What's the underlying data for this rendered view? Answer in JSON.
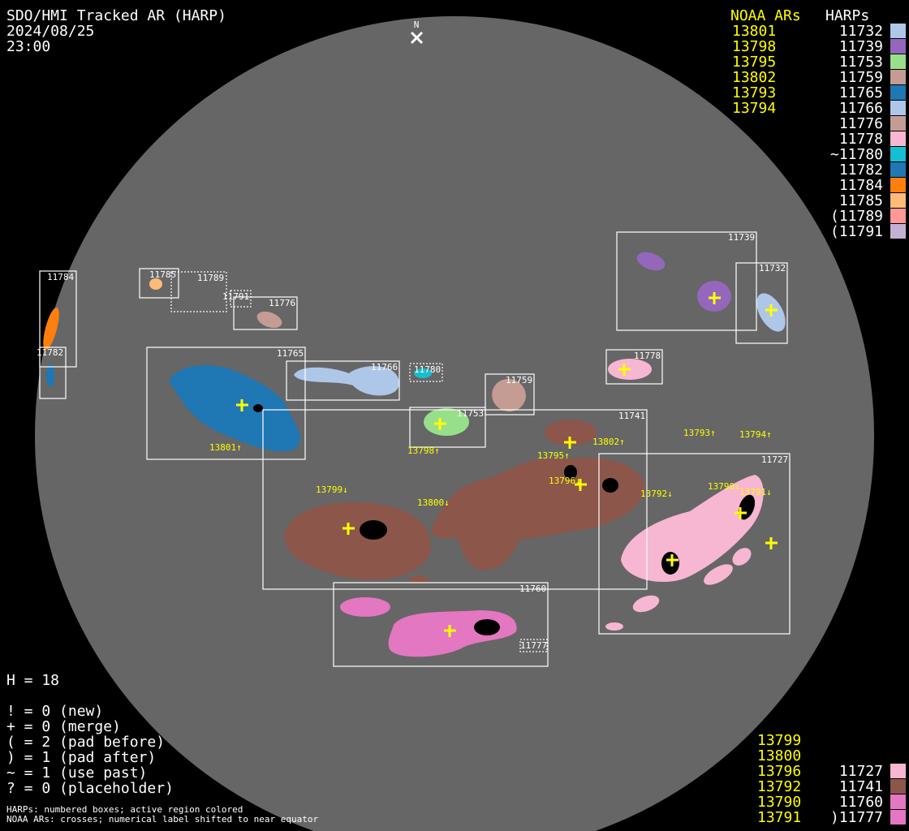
{
  "header": {
    "title": "SDO/HMI Tracked AR (HARP)",
    "date": "2024/08/25",
    "time": "23:00",
    "north_label": "N"
  },
  "legend_top": {
    "noaa_heading": "NOAA ARs",
    "harps_heading": "HARPs",
    "noaa": [
      "13801",
      "13798",
      "13795",
      "13802",
      "13793",
      "13794"
    ],
    "harps": [
      {
        "label": "11732",
        "color": "#aec7e8"
      },
      {
        "label": "11739",
        "color": "#9467bd"
      },
      {
        "label": "11753",
        "color": "#98df8a"
      },
      {
        "label": "11759",
        "color": "#c49c94"
      },
      {
        "label": "11765",
        "color": "#1f77b4"
      },
      {
        "label": "11766",
        "color": "#aec7e8"
      },
      {
        "label": "11776",
        "color": "#c49c94"
      },
      {
        "label": "11778",
        "color": "#f7b6d2"
      },
      {
        "label": "~11780",
        "color": "#17becf"
      },
      {
        "label": "11782",
        "color": "#1f77b4"
      },
      {
        "label": "11784",
        "color": "#ff7f0e"
      },
      {
        "label": "11785",
        "color": "#ffbb78"
      },
      {
        "label": "(11789",
        "color": "#ff9896"
      },
      {
        "label": "(11791",
        "color": "#c5b0d5"
      }
    ]
  },
  "legend_bottom": {
    "noaa": [
      "13799",
      "13800",
      "13796",
      "13792",
      "13790",
      "13791"
    ],
    "harps": [
      {
        "label": "11727",
        "color": "#f7b6d2"
      },
      {
        "label": "11741",
        "color": "#8c564b"
      },
      {
        "label": "11760",
        "color": "#e377c2"
      },
      {
        "label": ")11777",
        "color": "#e377c2"
      }
    ]
  },
  "stats": {
    "h": "H = 18",
    "lines": [
      "! = 0 (new)",
      "+ = 0 (merge)",
      "( = 2 (pad before)",
      ") = 1 (pad after)",
      "~ = 1 (use past)",
      "? = 0 (placeholder)"
    ]
  },
  "footnotes": [
    "HARPs: numbered boxes; active region colored",
    "NOAA ARs: crosses; numerical label shifted to near equator"
  ],
  "disk": {
    "harp_boxes": [
      "11784",
      "11782",
      "11785",
      "11789",
      "11791",
      "11776",
      "11765",
      "11766",
      "11780",
      "11759",
      "11753",
      "11741",
      "11739",
      "11732",
      "11778",
      "11727",
      "11760",
      "11777"
    ],
    "noaa_labels": [
      "13801↑",
      "13798↑",
      "13795↑",
      "13802↑",
      "13793↑",
      "13794↑",
      "13799↓",
      "13800↓",
      "13796↓",
      "13792↓",
      "13790↓",
      "13791↓"
    ]
  }
}
